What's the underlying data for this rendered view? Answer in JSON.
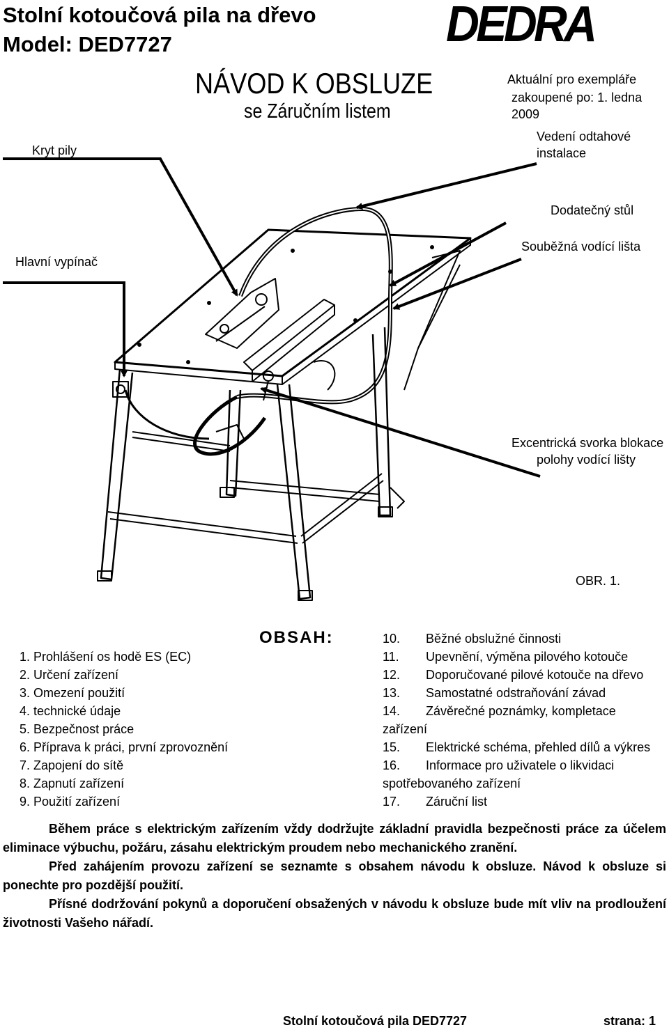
{
  "header": {
    "title_line1": "Stolní kotoučová pila na dřevo",
    "title_line2": "Model: DED7727",
    "brand": "DEDRA",
    "manual_title": "NÁVOD K OBSLUZE",
    "manual_subtitle": "se Záručním listem",
    "valid_line1": "Aktuální pro exempláře",
    "valid_line2": "zakoupené po: 1. ledna 2009"
  },
  "figure": {
    "labels": {
      "kryt_pily": "Kryt pily",
      "vedeni_1": "Vedení odtahové",
      "vedeni_2": "instalace",
      "dodatecny_stul": "Dodatečný stůl",
      "hlavni_vypinac": "Hlavní vypínač",
      "soubezna_lista": "Souběžná vodící lišta",
      "excentricka_1": "Excentrická svorka blokace",
      "excentricka_2": "polohy vodící lišty"
    },
    "caption": "OBR. 1."
  },
  "toc": {
    "heading": "OBSAH:",
    "left": [
      "1.  Prohlášení os hodě ES (EC)",
      "2.  Určení zařízení",
      "3.  Omezení použití",
      "4.  technické údaje",
      "5.  Bezpečnost práce",
      "6.  Příprava k  práci, první zprovoznění",
      "7.  Zapojení do sítě",
      "8.  Zapnutí zařízení",
      "9.   Použití zařízení"
    ],
    "right": [
      {
        "num": "10.",
        "text": "Běžné obslužné činnosti"
      },
      {
        "num": "11.",
        "text": "Upevnění, výměna pilového kotouče"
      },
      {
        "num": "12.",
        "text": "Doporučované pilové kotouče na dřevo"
      },
      {
        "num": "13.",
        "text": "Samostatné odstraňování závad"
      },
      {
        "num": "14.",
        "text": "Závěrečné poznámky, kompletace"
      },
      {
        "num": "",
        "text": "zařízení"
      },
      {
        "num": "15.",
        "text": "Elektrické schéma, přehled dílů a výkres"
      },
      {
        "num": "16.",
        "text": "Informace pro uživatele o likvidaci"
      },
      {
        "num": "",
        "text": "spotřebovaného zařízení"
      },
      {
        "num": "17.",
        "text": "Záruční list"
      }
    ]
  },
  "paragraphs": [
    "Během práce s elektrickým zařízením vždy dodržujte základní pravidla bezpečnosti práce za účelem eliminace výbuchu, požáru, zásahu elektrickým proudem nebo mechanického zranění.",
    "Před zahájením provozu zařízení se seznamte s obsahem návodu k obsluze. Návod k obsluze si ponechte pro pozdější použití.",
    "Přísné dodržování pokynů a doporučení obsažených v návodu k obsluze bude mít vliv na prodloužení životnosti Vašeho nářadí."
  ],
  "footer": {
    "doc_name": "Stolní kotoučová pila DED7727",
    "page": "strana: 1"
  }
}
